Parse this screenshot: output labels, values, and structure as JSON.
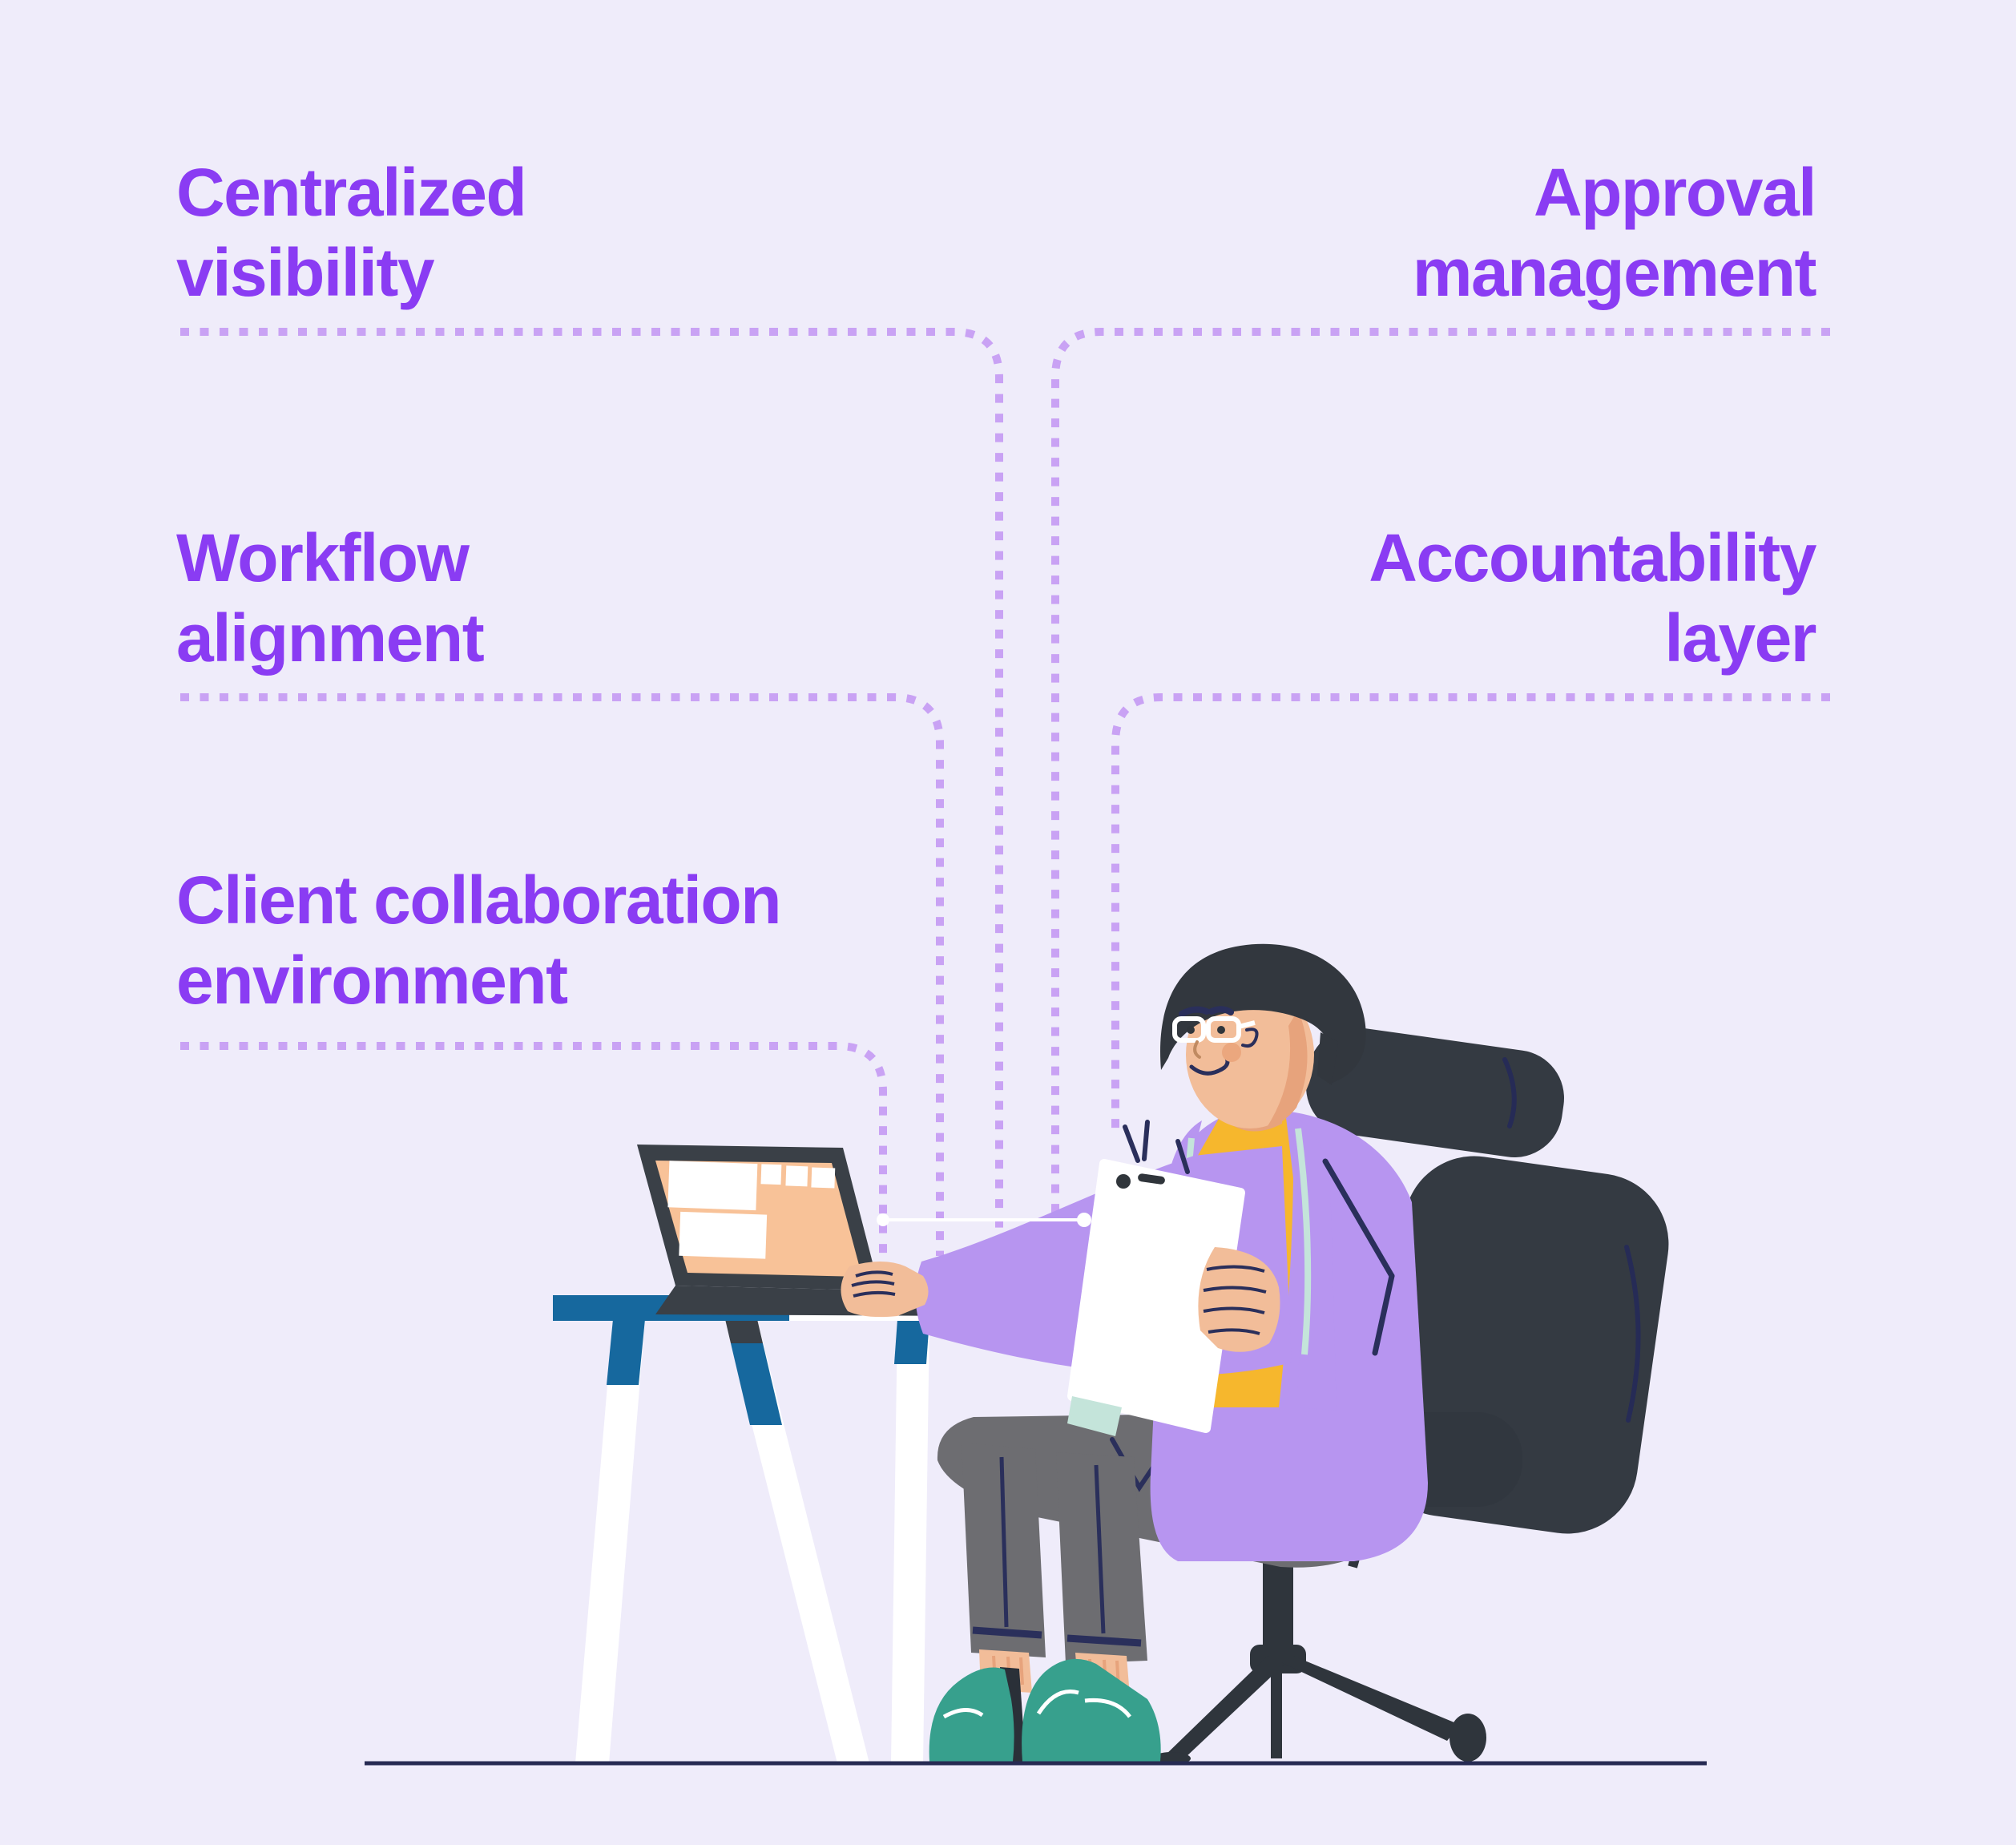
{
  "background_color": "#EFECFA",
  "accent_color": "#8A3CF3",
  "connector_color": "#C9A2F4",
  "features": {
    "centralized_visibility": "Centralized\nvisibility",
    "approval_management": "Approval\nmanagement",
    "workflow_alignment": "Workflow\nalignment",
    "accountability_layer": "Accountability\nlayer",
    "client_collaboration_environment": "Client collaboration\nenvironment"
  },
  "illustration": {
    "description": "Man with glasses seated in an office chair at a desk, one hand on a laptop, holding a tablet",
    "colors": {
      "skin": "#F2BD99",
      "skin_shade": "#E7A37C",
      "hair": "#32373E",
      "cardigan": "#B795F0",
      "shirt": "#F6B72D",
      "pants": "#6D6D71",
      "shoes": "#37A08D",
      "chair": "#343A42",
      "desk_blue": "#16689E",
      "laptop_body": "#3A4047",
      "laptop_screen": "#F8C298",
      "mint_accent": "#C4E4DA",
      "line_navy": "#2A2F5B",
      "ground": "#262A52"
    }
  }
}
